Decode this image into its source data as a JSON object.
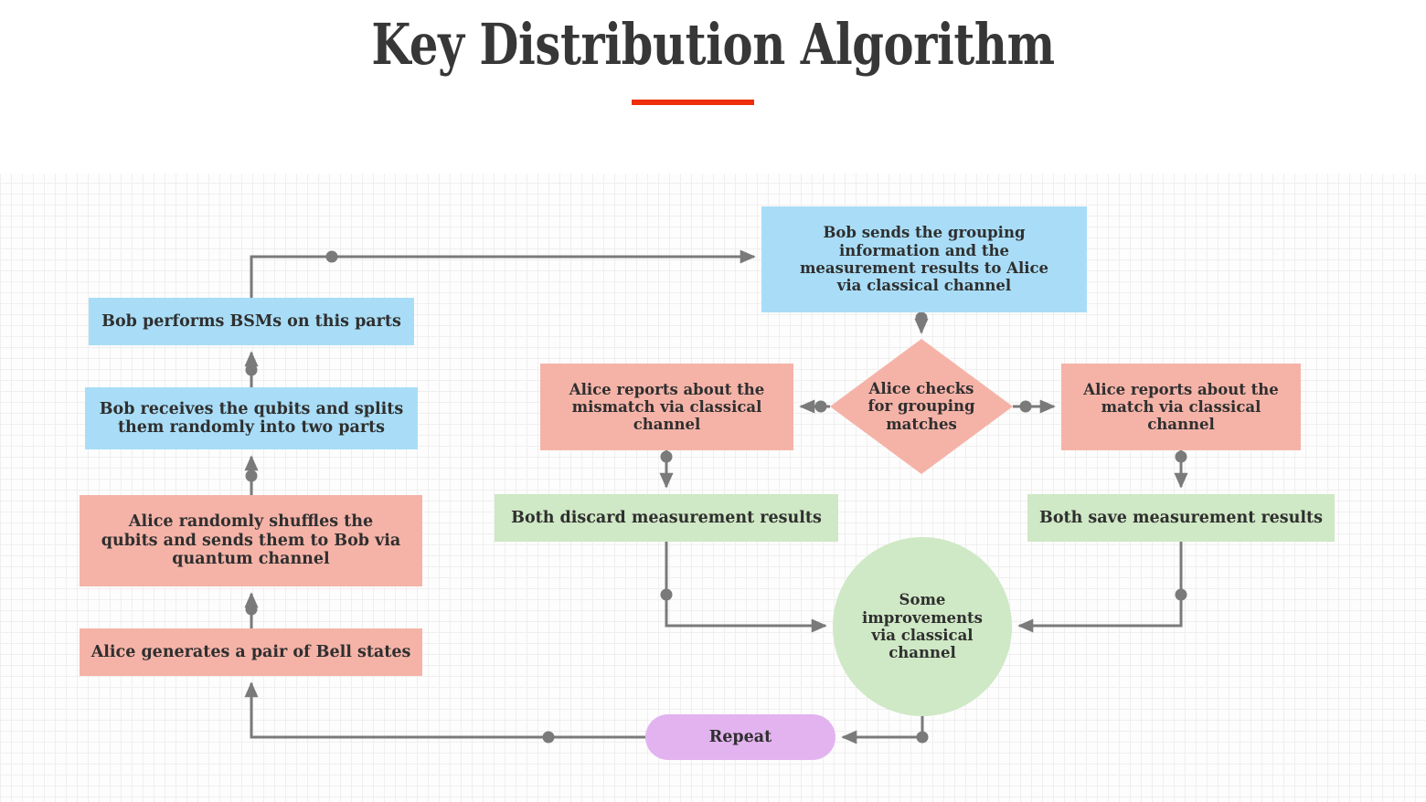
{
  "title": {
    "text": "Key Distribution Algorithm",
    "rule_color": "#ef2d0b"
  },
  "palette": {
    "blue": "#a9ddf7",
    "pink": "#f5b3a8",
    "green": "#cfe8c5",
    "purple": "#e3b3f0",
    "connector": "#7a7a7a",
    "text": "#2f2f2f",
    "grid_minor": "#efefef",
    "grid_major": "#e2e2e2"
  },
  "flowchart": {
    "type": "flowchart",
    "nodes": [
      {
        "id": "bell",
        "label": "Alice generates a pair of Bell states",
        "shape": "rectangle",
        "color": "pink"
      },
      {
        "id": "shuffles",
        "label": "Alice randomly shuffles the qubits and sends them to Bob via quantum channel",
        "shape": "rectangle",
        "color": "pink"
      },
      {
        "id": "receives",
        "label": "Bob receives the qubits and splits them randomly into two parts",
        "shape": "rectangle",
        "color": "blue"
      },
      {
        "id": "bsm",
        "label": "Bob performs BSMs on this parts",
        "shape": "rectangle",
        "color": "blue"
      },
      {
        "id": "bobsends",
        "label": "Bob sends the grouping information and the measurement results to Alice via classical channel",
        "shape": "rectangle",
        "color": "blue"
      },
      {
        "id": "check",
        "label": "Alice checks for grouping matches",
        "shape": "diamond",
        "color": "pink"
      },
      {
        "id": "mismatch",
        "label": "Alice reports about the mismatch via classical channel",
        "shape": "rectangle",
        "color": "pink"
      },
      {
        "id": "match",
        "label": "Alice reports about the match via classical channel",
        "shape": "rectangle",
        "color": "pink"
      },
      {
        "id": "discard",
        "label": "Both discard measurement results",
        "shape": "rectangle",
        "color": "green"
      },
      {
        "id": "save",
        "label": "Both save measurement results",
        "shape": "rectangle",
        "color": "green"
      },
      {
        "id": "improve",
        "label": "Some improvements via classical channel",
        "shape": "circle",
        "color": "green"
      },
      {
        "id": "repeat",
        "label": "Repeat",
        "shape": "pill",
        "color": "purple"
      }
    ],
    "edges": [
      {
        "from": "bell",
        "to": "shuffles"
      },
      {
        "from": "shuffles",
        "to": "receives"
      },
      {
        "from": "receives",
        "to": "bsm"
      },
      {
        "from": "bsm",
        "to": "bobsends"
      },
      {
        "from": "bobsends",
        "to": "check"
      },
      {
        "from": "check",
        "to": "mismatch"
      },
      {
        "from": "check",
        "to": "match"
      },
      {
        "from": "mismatch",
        "to": "discard"
      },
      {
        "from": "match",
        "to": "save"
      },
      {
        "from": "discard",
        "to": "improve"
      },
      {
        "from": "save",
        "to": "improve"
      },
      {
        "from": "improve",
        "to": "repeat"
      },
      {
        "from": "repeat",
        "to": "bell"
      }
    ],
    "node_labels": {
      "bell": "Alice generates a pair of Bell states",
      "shuffles_line1": "Alice randomly shuffles the",
      "shuffles_line2": "qubits and sends them to Bob via",
      "shuffles_line3": "quantum channel",
      "receives_line1": "Bob receives the qubits and splits",
      "receives_line2": "them randomly into two parts",
      "bsm": "Bob performs BSMs on this parts",
      "bobsends_line1": "Bob sends the grouping",
      "bobsends_line2": "information and the",
      "bobsends_line3": "measurement results to Alice",
      "bobsends_line4": "via classical channel",
      "check_line1": "Alice checks",
      "check_line2": "for grouping",
      "check_line3": "matches",
      "mismatch_line1": "Alice reports about the",
      "mismatch_line2": "mismatch via classical",
      "mismatch_line3": "channel",
      "match_line1": "Alice reports about the",
      "match_line2": "match via classical",
      "match_line3": "channel",
      "discard": "Both discard measurement results",
      "save": "Both save measurement results",
      "improve_line1": "Some",
      "improve_line2": "improvements",
      "improve_line3": "via classical",
      "improve_line4": "channel",
      "repeat": "Repeat"
    }
  }
}
